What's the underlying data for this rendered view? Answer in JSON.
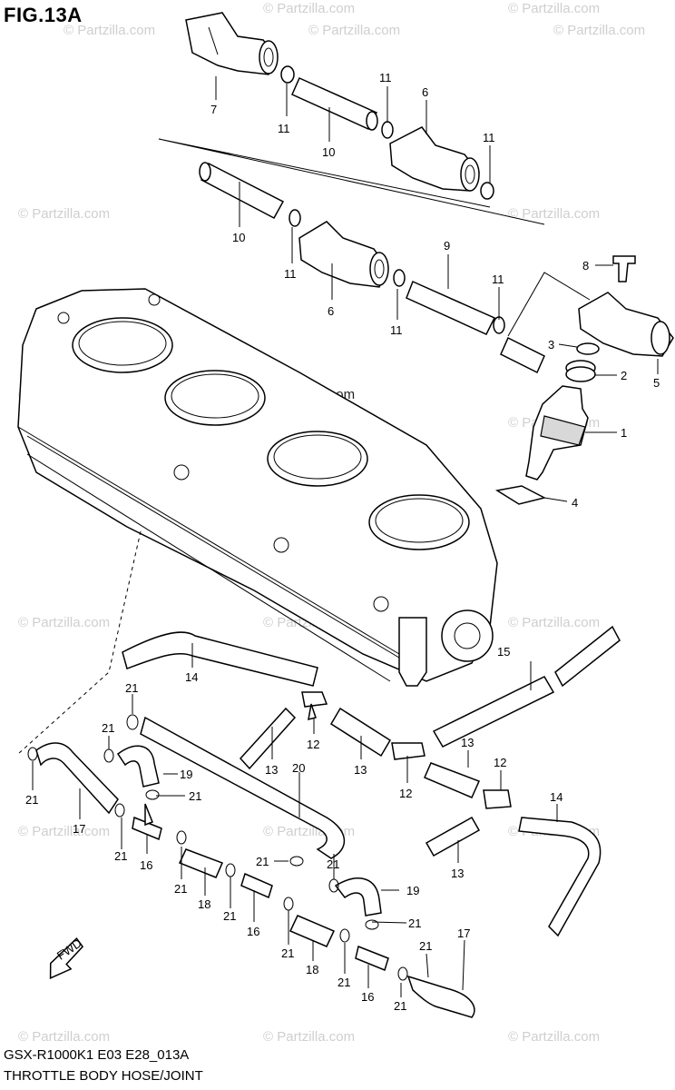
{
  "title": "FIG.13A",
  "footer": {
    "code": "GSX-R1000K1 E03 E28_013A",
    "caption": "THROTTLE BODY HOSE/JOINT"
  },
  "center_credit": "© Partzilla.com",
  "watermark": "© Partzilla.com",
  "fwd_label": "FWD",
  "callouts": [
    {
      "id": "c7",
      "text": "7"
    },
    {
      "id": "c11a",
      "text": "11"
    },
    {
      "id": "c10a",
      "text": "10"
    },
    {
      "id": "c11b",
      "text": "11"
    },
    {
      "id": "c6a",
      "text": "6"
    },
    {
      "id": "c11c",
      "text": "11"
    },
    {
      "id": "c10b",
      "text": "10"
    },
    {
      "id": "c11d",
      "text": "11"
    },
    {
      "id": "c6b",
      "text": "6"
    },
    {
      "id": "c9",
      "text": "9"
    },
    {
      "id": "c11e",
      "text": "11"
    },
    {
      "id": "c11f",
      "text": "11"
    },
    {
      "id": "c8",
      "text": "8"
    },
    {
      "id": "c3",
      "text": "3"
    },
    {
      "id": "c2",
      "text": "2"
    },
    {
      "id": "c5",
      "text": "5"
    },
    {
      "id": "c1",
      "text": "1"
    },
    {
      "id": "c4",
      "text": "4"
    },
    {
      "id": "c14a",
      "text": "14"
    },
    {
      "id": "c15",
      "text": "15"
    },
    {
      "id": "c21a",
      "text": "21"
    },
    {
      "id": "c12a",
      "text": "12"
    },
    {
      "id": "c21b",
      "text": "21"
    },
    {
      "id": "c13a",
      "text": "13"
    },
    {
      "id": "c13b",
      "text": "13"
    },
    {
      "id": "c20",
      "text": "20"
    },
    {
      "id": "c19a",
      "text": "19"
    },
    {
      "id": "c13c",
      "text": "13"
    },
    {
      "id": "c12b",
      "text": "12"
    },
    {
      "id": "c12c",
      "text": "12"
    },
    {
      "id": "c21c",
      "text": "21"
    },
    {
      "id": "c21d",
      "text": "21"
    },
    {
      "id": "c17a",
      "text": "17"
    },
    {
      "id": "c14b",
      "text": "14"
    },
    {
      "id": "c21e",
      "text": "21"
    },
    {
      "id": "c16a",
      "text": "16"
    },
    {
      "id": "c13d",
      "text": "13"
    },
    {
      "id": "c21f",
      "text": "21"
    },
    {
      "id": "c21g",
      "text": "21"
    },
    {
      "id": "c21h",
      "text": "21"
    },
    {
      "id": "c18a",
      "text": "18"
    },
    {
      "id": "c21i",
      "text": "21"
    },
    {
      "id": "c19b",
      "text": "19"
    },
    {
      "id": "c16b",
      "text": "16"
    },
    {
      "id": "c21j",
      "text": "21"
    },
    {
      "id": "c21k",
      "text": "21"
    },
    {
      "id": "c18b",
      "text": "18"
    },
    {
      "id": "c17b",
      "text": "17"
    },
    {
      "id": "c21l",
      "text": "21"
    },
    {
      "id": "c21m",
      "text": "21"
    },
    {
      "id": "c16c",
      "text": "16"
    },
    {
      "id": "c21n",
      "text": "21"
    }
  ]
}
